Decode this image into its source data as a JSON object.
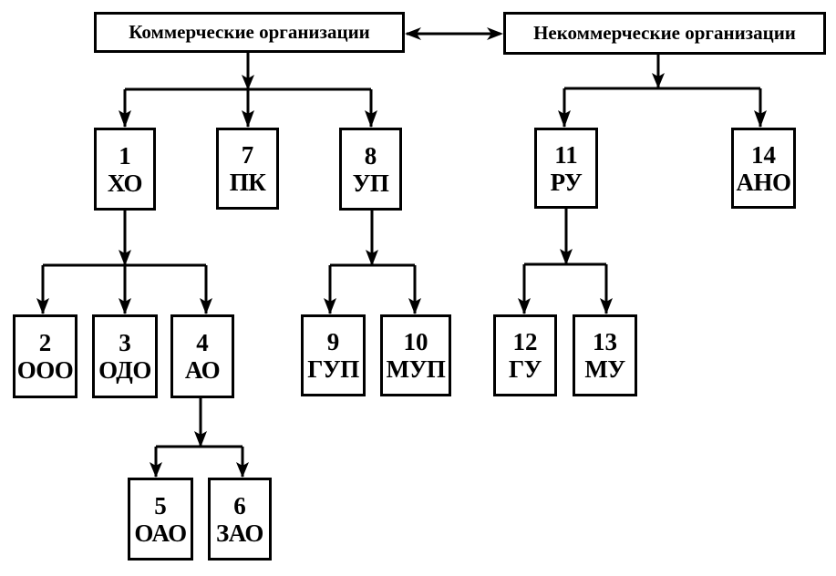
{
  "diagram": {
    "title_nodes": {
      "commercial": "Коммерческие организации",
      "noncommercial": "Некоммерческие организации"
    },
    "relations": [
      {
        "from": "commercial",
        "to": "noncommercial",
        "type": "bidirectional"
      },
      {
        "from": "commercial",
        "to": "1"
      },
      {
        "from": "commercial",
        "to": "7"
      },
      {
        "from": "commercial",
        "to": "8"
      },
      {
        "from": "noncommercial",
        "to": "11"
      },
      {
        "from": "noncommercial",
        "to": "14"
      },
      {
        "from": "1",
        "to": "2"
      },
      {
        "from": "1",
        "to": "3"
      },
      {
        "from": "1",
        "to": "4"
      },
      {
        "from": "4",
        "to": "5"
      },
      {
        "from": "4",
        "to": "6"
      },
      {
        "from": "8",
        "to": "9"
      },
      {
        "from": "8",
        "to": "10"
      },
      {
        "from": "11",
        "to": "12"
      },
      {
        "from": "11",
        "to": "13"
      }
    ],
    "nodes": {
      "n1": {
        "num": "1",
        "abbr": "ХО"
      },
      "n2": {
        "num": "2",
        "abbr": "ООО"
      },
      "n3": {
        "num": "3",
        "abbr": "ОДО"
      },
      "n4": {
        "num": "4",
        "abbr": "АО"
      },
      "n5": {
        "num": "5",
        "abbr": "ОАО"
      },
      "n6": {
        "num": "6",
        "abbr": "ЗАО"
      },
      "n7": {
        "num": "7",
        "abbr": "ПК"
      },
      "n8": {
        "num": "8",
        "abbr": "УП"
      },
      "n9": {
        "num": "9",
        "abbr": "ГУП"
      },
      "n10": {
        "num": "10",
        "abbr": "МУП"
      },
      "n11": {
        "num": "11",
        "abbr": "РУ"
      },
      "n12": {
        "num": "12",
        "abbr": "ГУ"
      },
      "n13": {
        "num": "13",
        "abbr": "МУ"
      },
      "n14": {
        "num": "14",
        "abbr": "АНО"
      }
    }
  }
}
